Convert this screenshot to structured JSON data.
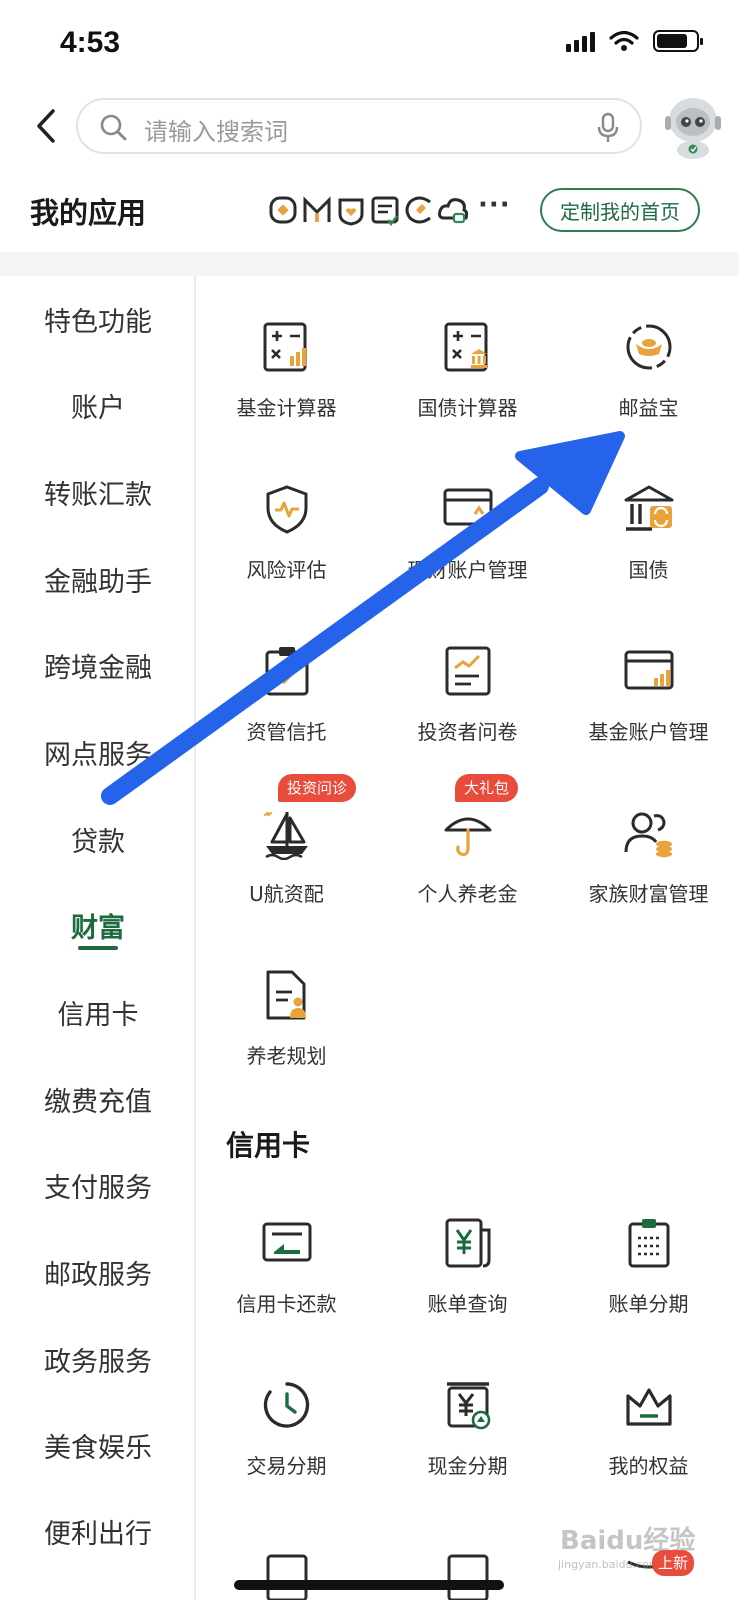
{
  "status_bar": {
    "time": "4:53"
  },
  "search": {
    "placeholder": "请输入搜索词"
  },
  "my_apps": {
    "title": "我的应用",
    "more": "···",
    "customize_label": "定制我的首页"
  },
  "sidebar": {
    "items": [
      {
        "label": "特色功能"
      },
      {
        "label": "账户"
      },
      {
        "label": "转账汇款"
      },
      {
        "label": "金融助手"
      },
      {
        "label": "跨境金融"
      },
      {
        "label": "网点服务"
      },
      {
        "label": "贷款"
      },
      {
        "label": "财富",
        "active": true
      },
      {
        "label": "信用卡"
      },
      {
        "label": "缴费充值"
      },
      {
        "label": "支付服务"
      },
      {
        "label": "邮政服务"
      },
      {
        "label": "政务服务"
      },
      {
        "label": "美食娱乐"
      },
      {
        "label": "便利出行"
      }
    ]
  },
  "wealth": {
    "items": [
      {
        "label": "基金计算器",
        "icon": "calculator-chart-icon"
      },
      {
        "label": "国债计算器",
        "icon": "calculator-bank-icon"
      },
      {
        "label": "邮益宝",
        "icon": "gold-ingot-icon"
      },
      {
        "label": "风险评估",
        "icon": "shield-pulse-icon"
      },
      {
        "label": "理财账户管理",
        "icon": "wallet-card-icon"
      },
      {
        "label": "国债",
        "icon": "bank-building-icon"
      },
      {
        "label": "资管信托",
        "icon": "clipboard-check-icon"
      },
      {
        "label": "投资者问卷",
        "icon": "survey-chart-icon"
      },
      {
        "label": "基金账户管理",
        "icon": "card-chart-icon"
      },
      {
        "label": "U航资配",
        "icon": "sailboat-icon",
        "badge": "投资问诊"
      },
      {
        "label": "个人养老金",
        "icon": "umbrella-icon",
        "badge": "大礼包"
      },
      {
        "label": "家族财富管理",
        "icon": "family-coins-icon"
      },
      {
        "label": "养老规划",
        "icon": "document-elder-icon"
      }
    ]
  },
  "credit_card": {
    "title": "信用卡",
    "items": [
      {
        "label": "信用卡还款",
        "icon": "card-repay-icon"
      },
      {
        "label": "账单查询",
        "icon": "bill-yen-icon"
      },
      {
        "label": "账单分期",
        "icon": "calendar-bill-icon"
      },
      {
        "label": "交易分期",
        "icon": "clock-cycle-icon"
      },
      {
        "label": "现金分期",
        "icon": "cash-yen-icon"
      },
      {
        "label": "我的权益",
        "icon": "crown-icon"
      }
    ]
  },
  "overlay": {
    "corner_badge": "上新",
    "watermark": "Baidu经验",
    "watermark_sub": "jingyan.baidu.com"
  },
  "colors": {
    "brand_green": "#1f6b40",
    "accent_orange": "#e8a33c",
    "badge_red": "#e94c3d",
    "arrow_blue": "#2563eb"
  }
}
